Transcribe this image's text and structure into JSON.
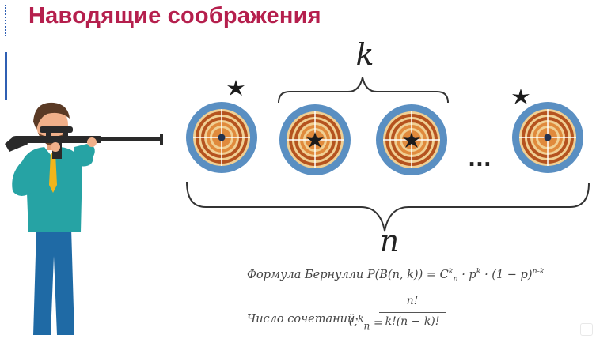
{
  "slide": {
    "title": "Наводящие соображения"
  },
  "labels": {
    "k": "k",
    "n": "n",
    "ellipsis": "..."
  },
  "formulas": {
    "bernoulli_prefix": "Формула Бернулли P(B(n, k)) = C",
    "bernoulli_sup_k": "k",
    "bernoulli_sub_n": "n",
    "bernoulli_mid": " · p",
    "bernoulli_sup_k2": "k",
    "bernoulli_tail": " · (1 − p)",
    "bernoulli_sup_nk": "n-k",
    "comb_label": "Число сочетаний",
    "comb_c": "C",
    "comb_sup_k": "k",
    "comb_sub_n": "n",
    "comb_eq": " =",
    "comb_numerator": "n!",
    "comb_denominator": "k!(n − k)!"
  },
  "colors": {
    "title": "#b51f4d",
    "ring_outer": "#5a8fc2",
    "ring_brown": "#b5531f",
    "ring_light": "#f0cf93",
    "ring_mid": "#e08a3c",
    "bullseye": "#24324f"
  },
  "targets": [
    {
      "name": "target-1",
      "hit": false,
      "star_outside": true
    },
    {
      "name": "target-2",
      "hit": true,
      "star_outside": false
    },
    {
      "name": "target-3",
      "hit": true,
      "star_outside": false
    },
    {
      "name": "target-4",
      "hit": false,
      "star_outside": true
    }
  ]
}
